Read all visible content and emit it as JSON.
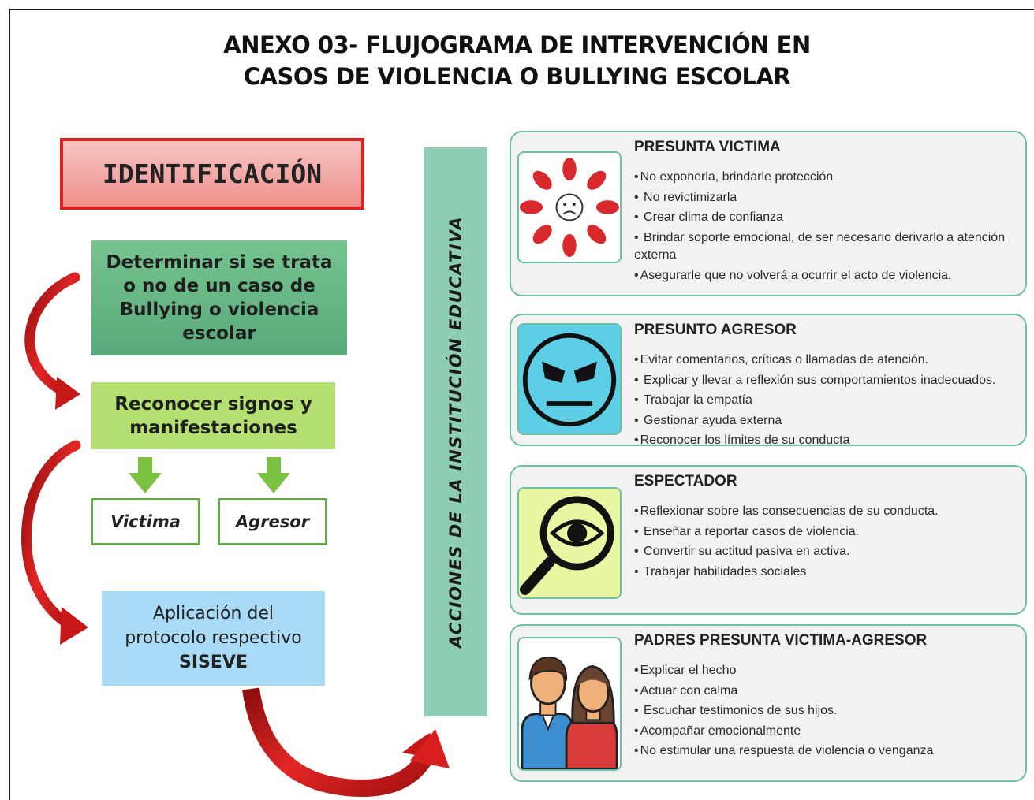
{
  "title": {
    "line1": "ANEXO 03- FLUJOGRAMA DE INTERVENCIÓN EN",
    "line2": "CASOS DE VIOLENCIA O BULLYING ESCOLAR"
  },
  "flow": {
    "identificacion": "IDENTIFICACIÓN",
    "determinar": "Determinar si se trata o no de un caso de Bullying o violencia escolar",
    "reconocer": "Reconocer signos y manifestaciones",
    "victima": "Victima",
    "agresor": "Agresor",
    "aplicacion": {
      "line1": "Aplicación del",
      "line2": "protocolo respectivo",
      "line3": "SISEVE"
    }
  },
  "vertical_label": "ACCIONES DE LA INSTITUCIÓN EDUCATIVA",
  "cards": [
    {
      "title": "PRESUNTA VICTIMA",
      "icon": "hands-around-sad-face-icon",
      "items": [
        "No exponerla, brindarle protección",
        " No revictimizarla",
        " Crear clima de confianza",
        " Brindar soporte emocional, de ser necesario derivarlo a atención externa",
        "Asegurarle que no volverá a ocurrir el acto de violencia."
      ]
    },
    {
      "title": "PRESUNTO AGRESOR",
      "icon": "angry-face-icon",
      "items": [
        "Evitar comentarios, críticas o llamadas de atención.",
        " Explicar y llevar a reflexión sus comportamientos inadecuados.",
        " Trabajar la empatía",
        " Gestionar ayuda externa",
        "Reconocer los límites de su conducta"
      ]
    },
    {
      "title": "ESPECTADOR",
      "icon": "magnifier-eye-icon",
      "items": [
        "Reflexionar sobre las consecuencias de su conducta.",
        " Enseñar a reportar casos de violencia.",
        " Convertir su actitud pasiva en activa.",
        " Trabajar habilidades sociales"
      ]
    },
    {
      "title": "PADRES PRESUNTA VICTIMA-AGRESOR",
      "icon": "parents-icon",
      "items": [
        "Explicar el hecho",
        "Actuar con calma",
        " Escuchar testimonios de sus hijos.",
        "Acompañar emocionalmente",
        "No estimular una respuesta de violencia o venganza"
      ]
    }
  ],
  "colors": {
    "ident_border": "#e02020",
    "arrow_red": "#d81e1e",
    "arrow_green": "#7cc242",
    "card_border": "#6ebfa7",
    "vbar": "#8dcdb4"
  }
}
